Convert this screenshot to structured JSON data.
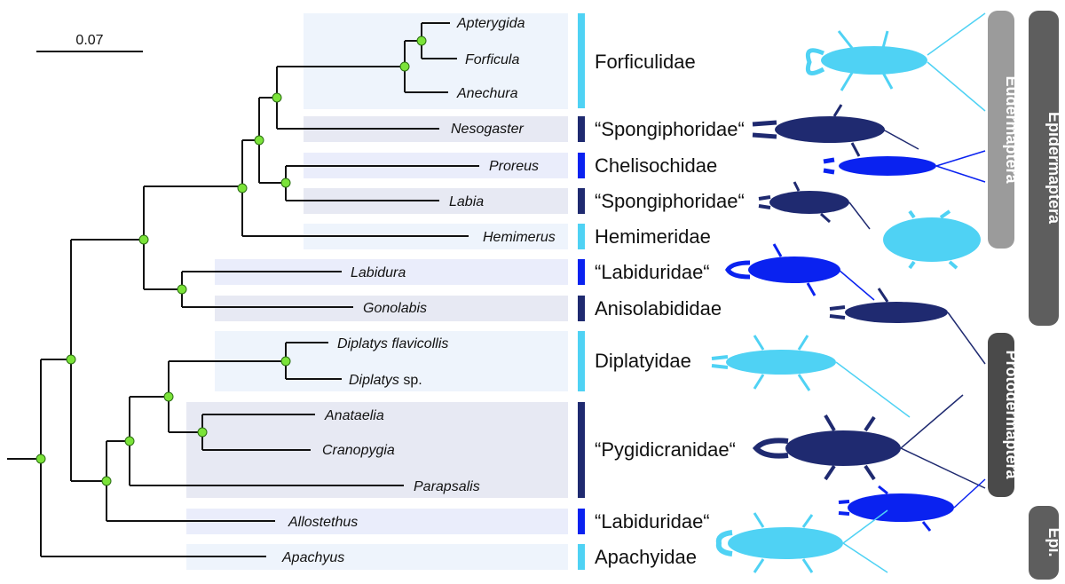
{
  "scale_bar": {
    "label": "0.07"
  },
  "taxa": [
    {
      "name": "Apterygida"
    },
    {
      "name": "Forficula"
    },
    {
      "name": "Anechura"
    },
    {
      "name": "Nesogaster"
    },
    {
      "name": "Proreus"
    },
    {
      "name": "Labia"
    },
    {
      "name": "Hemimerus"
    },
    {
      "name": "Labidura"
    },
    {
      "name": "Gonolabis"
    },
    {
      "name": "Diplatys flavicollis"
    },
    {
      "name": "Diplatys",
      "suffix": " sp."
    },
    {
      "name": "Anataelia"
    },
    {
      "name": "Cranopygia"
    },
    {
      "name": "Parapsalis"
    },
    {
      "name": "Allostethus"
    },
    {
      "name": "Apachyus"
    }
  ],
  "families": [
    {
      "label": "Forficulidae",
      "color": "#4fd2f4"
    },
    {
      "label": "“Spongiphoridae“",
      "color": "#1f2a70"
    },
    {
      "label": "Chelisochidae",
      "color": "#0a22f0"
    },
    {
      "label": "“Spongiphoridae“",
      "color": "#1f2a70"
    },
    {
      "label": "Hemimeridae",
      "color": "#4fd2f4"
    },
    {
      "label": "“Labiduridae“",
      "color": "#0a22f0"
    },
    {
      "label": "Anisolabididae",
      "color": "#1f2a70"
    },
    {
      "label": "Diplatyidae",
      "color": "#4fd2f4"
    },
    {
      "label": "“Pygidicranidae“",
      "color": "#1f2a70"
    },
    {
      "label": "“Labiduridae“",
      "color": "#0a22f0"
    },
    {
      "label": "Apachyidae",
      "color": "#4fd2f4"
    }
  ],
  "groups": [
    {
      "label": "Eudermaptera",
      "color": "#9b9b9b"
    },
    {
      "label": "Epidermaptera",
      "color": "#5e5e5e"
    },
    {
      "label": "Protodermaptera",
      "color": "#4a4a4a"
    },
    {
      "label": "Epi.",
      "color": "#5e5e5e"
    }
  ],
  "colors": {
    "light_blue": "#4fd2f4",
    "navy": "#1f2a70",
    "royal_blue": "#0a22f0",
    "node_fill": "#7be339"
  },
  "icons": [
    "earwig-silhouette-light-blue",
    "earwig-silhouette-navy",
    "earwig-silhouette-royal-blue"
  ]
}
